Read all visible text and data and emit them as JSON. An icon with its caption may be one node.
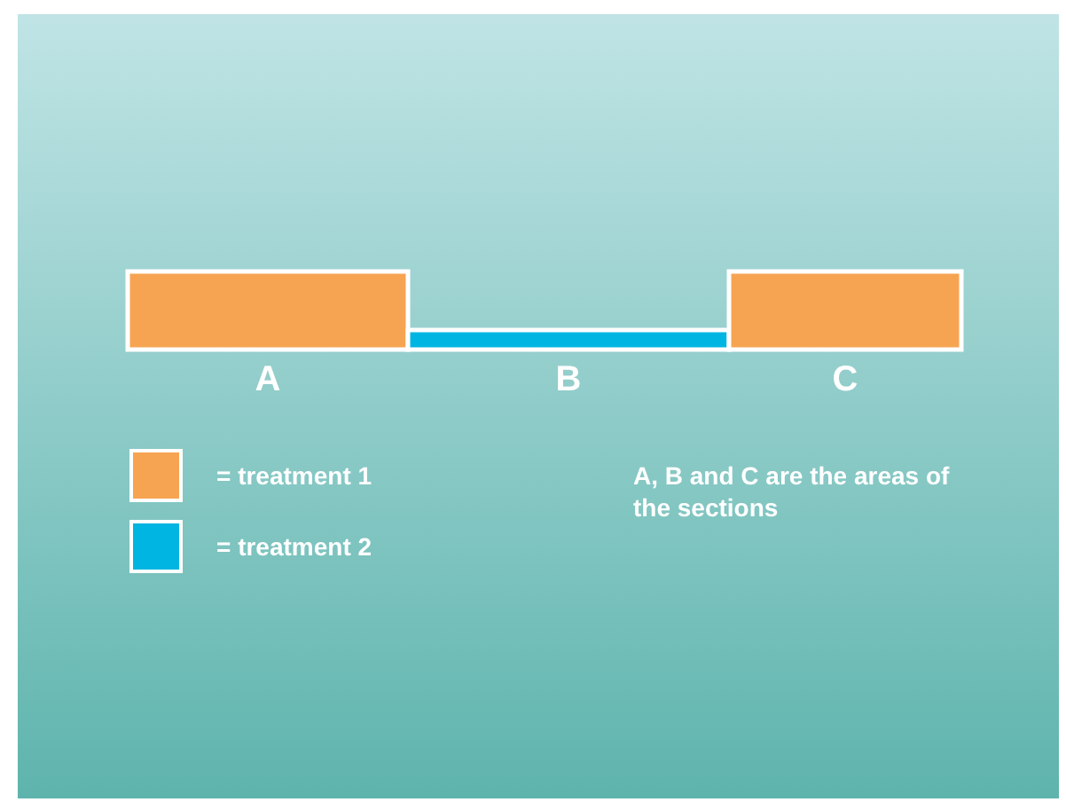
{
  "diagram": {
    "nodes": [
      {
        "text": [
          "A"
        ]
      },
      {
        "text": [
          "B"
        ]
      },
      {
        "text": [
          "C"
        ]
      }
    ],
    "labels": [
      "A, B and C are the areas of the sections"
    ],
    "legend": [
      {
        "text": "= treatment 1",
        "color": "#f7a452"
      },
      {
        "text": "= treatment 2",
        "color": "#00b5e2"
      }
    ]
  }
}
